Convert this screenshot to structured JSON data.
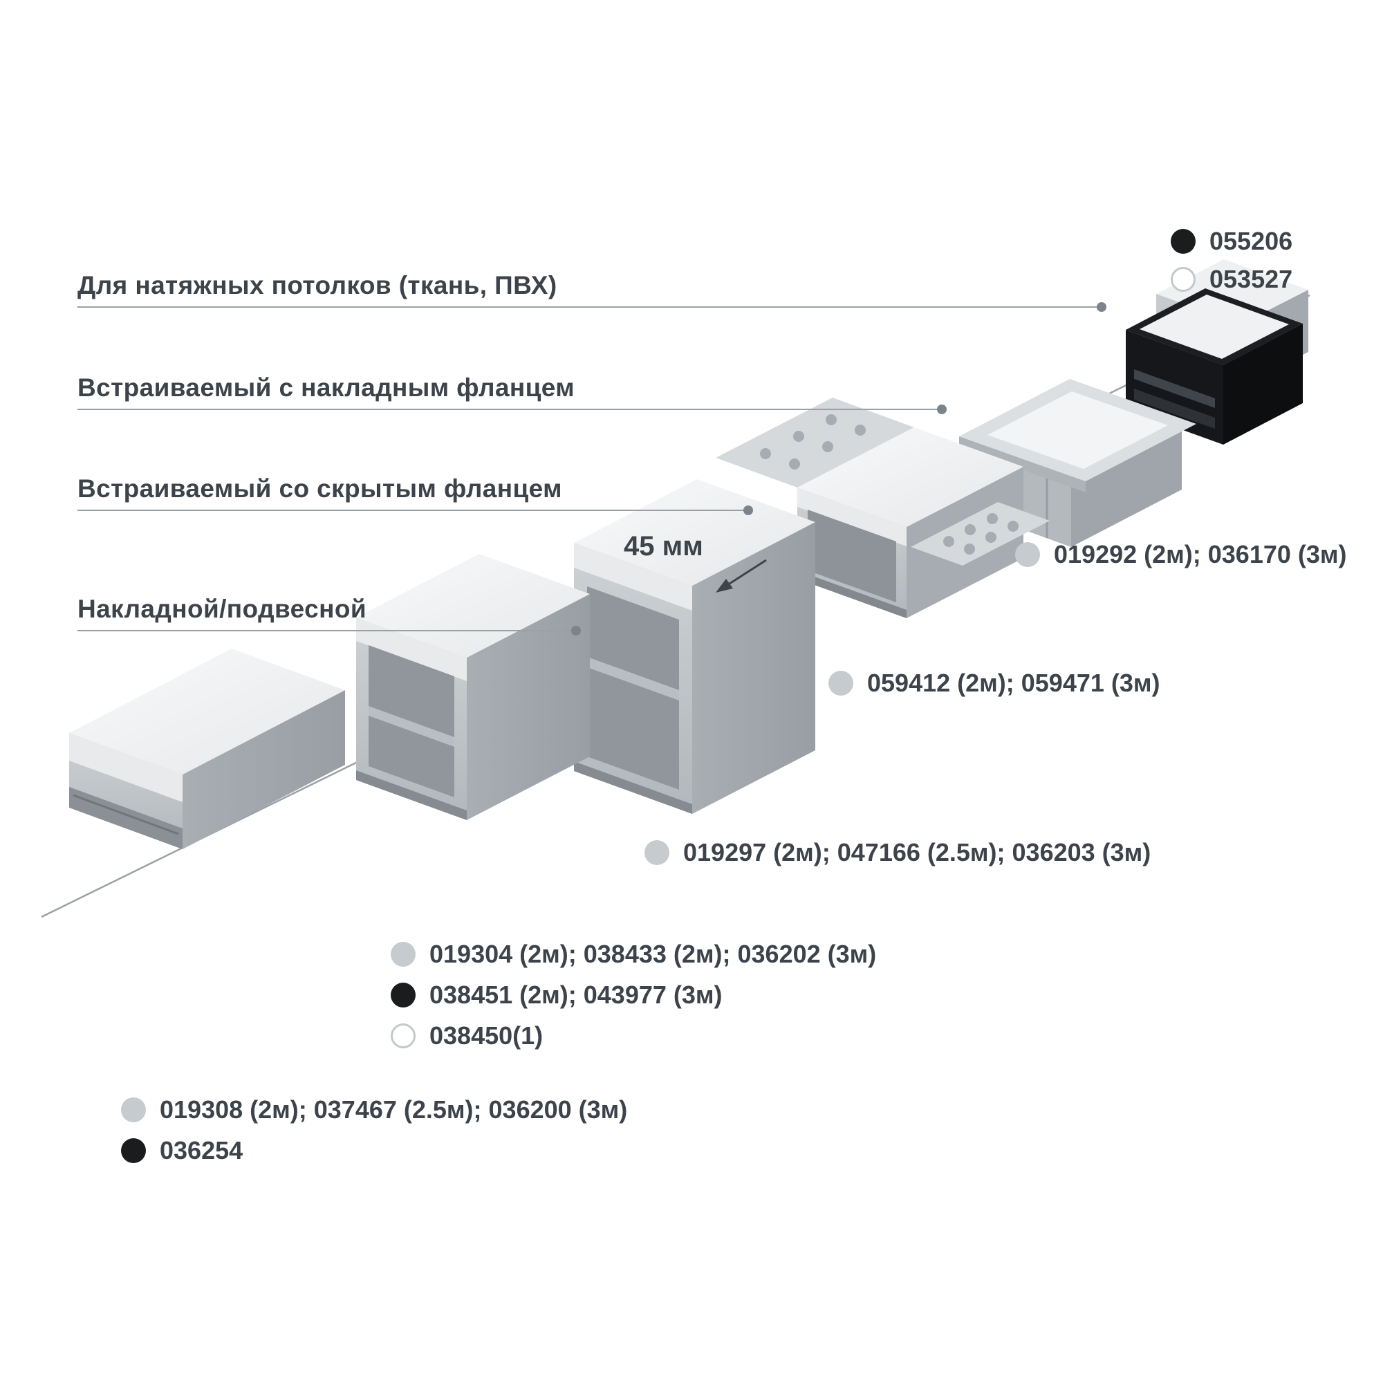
{
  "colors": {
    "text": "#3d434a",
    "leader_line": "#9aa0a6",
    "leader_dot": "#7d838a",
    "marker_gray": "#c6cbcf",
    "marker_black": "#1a1c1e",
    "marker_white_border": "#c3c8cc",
    "profile_diffuser": "#f2f3f5",
    "profile_body": "#c3c8cc",
    "profile_black": "#15171a"
  },
  "categories": [
    {
      "id": "stretch-ceiling",
      "label": "Для натяжных потолков (ткань, ПВХ)"
    },
    {
      "id": "recessed-flange",
      "label": "Встраиваемый с накладным фланцем"
    },
    {
      "id": "recessed-hidden-flange",
      "label": "Встраиваемый со скрытым фланцем"
    },
    {
      "id": "surface-pendant",
      "label": "Накладной/подвесной"
    }
  ],
  "dimension": {
    "label": "45 мм"
  },
  "codes": [
    {
      "marker": "black",
      "text": "055206"
    },
    {
      "marker": "white",
      "text": "053527"
    },
    {
      "marker": "gray",
      "text": "019292 (2м); 036170 (3м)"
    },
    {
      "marker": "gray",
      "text": "059412 (2м); 059471 (3м)"
    },
    {
      "marker": "gray",
      "text": "019297 (2м); 047166 (2.5м); 036203 (3м)"
    },
    {
      "marker": "gray",
      "text": "019304 (2м); 038433 (2м); 036202 (3м)"
    },
    {
      "marker": "black",
      "text": "038451 (2м); 043977 (3м)"
    },
    {
      "marker": "white",
      "text": "038450(1)"
    },
    {
      "marker": "gray",
      "text": "019308 (2м); 037467 (2.5м); 036200 (3м)"
    },
    {
      "marker": "black",
      "text": "036254"
    }
  ]
}
